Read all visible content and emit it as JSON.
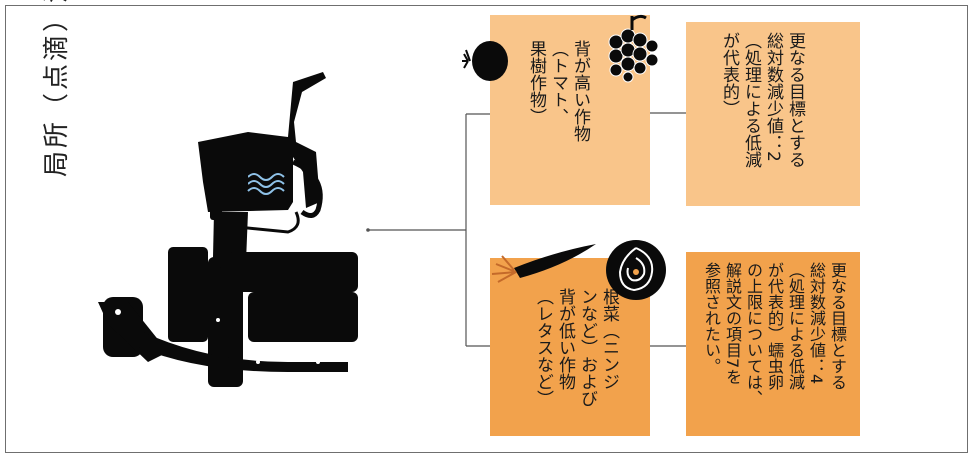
{
  "title": "局所（点滴）灌漑",
  "boxes": {
    "tall_crops": "背が高い作物\n（トマト、\n果樹作物）",
    "target_tall": "更なる目標とする\n総対数減少値：2\n（処理による低減\nが代表的）",
    "root_crops": "根菜（ニンジ\nンなど）および\n背が低い作物\n（レタスなど）",
    "target_root": "更なる目標とする\n総対数減少値：4\n（処理による低減\nが代表的）蠕虫卵\nの上限については、\n解説文の項目7を\n参照されたい。"
  },
  "icons": [
    "watering-can-icon",
    "drip-pipe-icon",
    "tomato-icon",
    "grapes-icon",
    "carrot-icon",
    "lettuce-icon"
  ],
  "colors": {
    "light_box": "#f9c58a",
    "dark_box": "#f2a24c",
    "connector": "#555555"
  }
}
